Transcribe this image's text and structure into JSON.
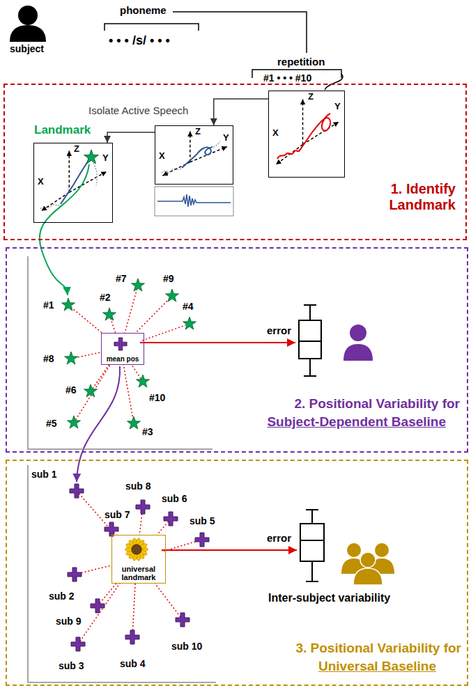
{
  "diagram": {
    "nodes": [
      {
        "text": [
          "1. Identify Landmark"
        ]
      },
      {
        "text": [
          "Landmark",
          "Z",
          "Y",
          "X"
        ],
        "in": 0
      },
      {
        "text": [
          "Z",
          "Y",
          "X"
        ],
        "in": 0
      },
      {
        "text": [
          "Z",
          "Y",
          "X"
        ],
        "in": 0
      },
      {
        "text": [
          "2. Positional Variability for",
          "Subject-Dependent Baseline"
        ]
      },
      {
        "text": [
          "mean pos"
        ],
        "in": 4
      },
      {
        "text": [
          "3. Positional Variability for",
          "Universal Baseline"
        ]
      },
      {
        "text": [
          "universal landmark"
        ],
        "in": 6
      }
    ],
    "edges": [
      {
        "from": 3,
        "to": 2,
        "arrow": "to",
        "label": "Isolate Active Speech"
      },
      {
        "from": 2,
        "to": 1,
        "arrow": "to"
      }
    ],
    "labels": [
      "subject",
      "phoneme",
      "• • • /s/ • • •",
      "repetition",
      "#1 • • • #10",
      "#1",
      "#2",
      "#7",
      "#9",
      "#4",
      "#8",
      "#6",
      "#10",
      "#5",
      "#3",
      "error",
      "sub 1",
      "sub 8",
      "sub 7",
      "sub 6",
      "sub 5",
      "sub 2",
      "sub 9",
      "sub 3",
      "sub 4",
      "sub 10",
      "error",
      "Inter-subject variability"
    ]
  }
}
